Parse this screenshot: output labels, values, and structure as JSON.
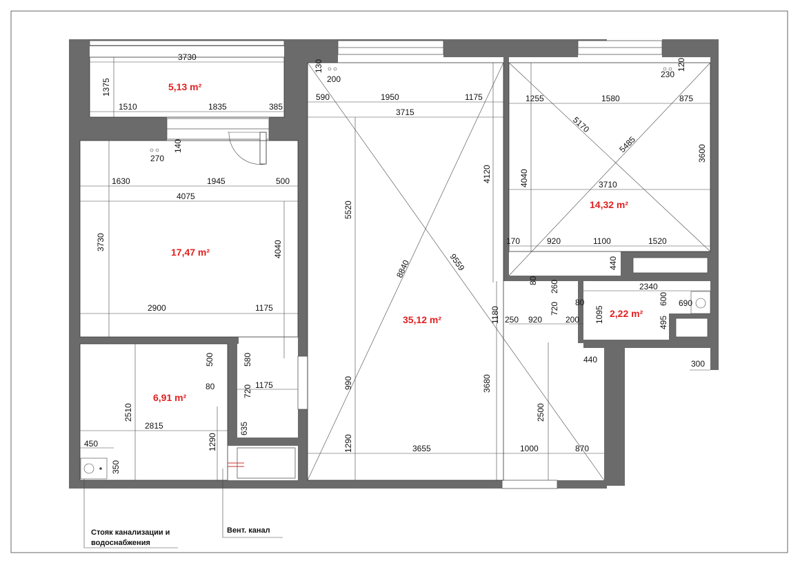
{
  "colors": {
    "wall": "#6b6b6b",
    "area_label": "#e02020",
    "line": "#333333"
  },
  "areas": {
    "balcony": "5,13 m²",
    "bedroom_left": "17,47 m²",
    "kitchen": "6,91 m²",
    "living": "35,12 m²",
    "bedroom_right": "14,32 m²",
    "bathroom": "2,22 m²"
  },
  "dims": {
    "d3730_top": "3730",
    "d1375": "1375",
    "d1510": "1510",
    "d1835": "1835",
    "d385": "385",
    "d140": "140",
    "d270": "270",
    "d1630": "1630",
    "d1945": "1945",
    "d500_a": "500",
    "d4075": "4075",
    "d3730_left": "3730",
    "d4040_left": "4040",
    "d2900": "2900",
    "d1175_a": "1175",
    "d500_b": "500",
    "d580": "580",
    "d80_a": "80",
    "d720_a": "720",
    "d1175_b": "1175",
    "d2510": "2510",
    "d2815": "2815",
    "d635": "635",
    "d1290_a": "1290",
    "d450": "450",
    "d350": "350",
    "d130": "130",
    "d200_a": "200",
    "d590": "590",
    "d1950": "1950",
    "d1175_c": "1175",
    "d3715": "3715",
    "d5520": "5520",
    "d4120": "4120",
    "d8840": "8840",
    "d9559": "9559",
    "d990": "990",
    "d1290_b": "1290",
    "d3655": "3655",
    "d3680": "3680",
    "d1180": "1180",
    "d1000": "1000",
    "d870": "870",
    "d2500": "2500",
    "d1255": "1255",
    "d1580": "1580",
    "d875": "875",
    "d230": "230",
    "d120": "120",
    "d5170": "5170",
    "d5485": "5485",
    "d3600": "3600",
    "d4040_right": "4040",
    "d3710": "3710",
    "d170": "170",
    "d920_a": "920",
    "d1100": "1100",
    "d1520": "1520",
    "d440_a": "440",
    "d80_b": "80",
    "d260": "260",
    "d720_b": "720",
    "d80_c": "80",
    "d2340": "2340",
    "d1095": "1095",
    "d600": "600",
    "d690": "690",
    "d495": "495",
    "d250": "250",
    "d920_b": "920",
    "d200_b": "200",
    "d440_b": "440",
    "d300": "300"
  },
  "notes": {
    "riser_line1": "Стояк канализации и",
    "riser_line2": "водоснабжения",
    "vent": "Вент. канал"
  }
}
